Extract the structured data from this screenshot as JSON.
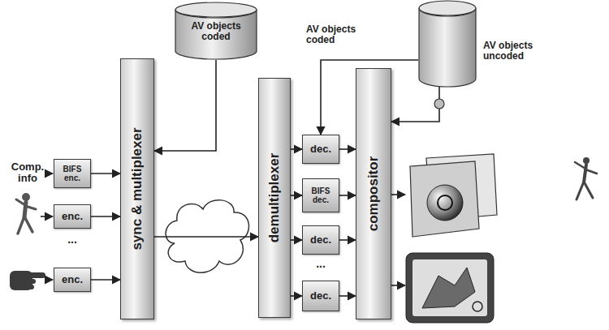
{
  "diagram": {
    "nodes": [
      {
        "text": [
          "AV objects coded"
        ]
      },
      {
        "text": [
          "BIFS enc."
        ]
      },
      {
        "text": [
          "enc."
        ]
      },
      {
        "text": [
          "enc."
        ]
      },
      {
        "text": [
          "sync & multiplexer"
        ]
      },
      {
        "text": [
          "demultiplexer"
        ]
      },
      {
        "text": [
          "AV objects coded",
          "AV objects uncoded"
        ]
      },
      {
        "text": [
          "dec."
        ]
      },
      {
        "text": [
          "BIFS dec."
        ]
      },
      {
        "text": [
          "dec."
        ]
      },
      {
        "text": [
          "dec."
        ]
      },
      {
        "text": [
          "compositor"
        ]
      }
    ],
    "edges": [
      {
        "from": 0,
        "to": 4,
        "arrow": "to"
      },
      {
        "from": 1,
        "to": 4,
        "arrow": "to"
      },
      {
        "from": 2,
        "to": 4,
        "arrow": "to"
      },
      {
        "from": 3,
        "to": 4,
        "arrow": "to"
      },
      {
        "from": 4,
        "to": 5,
        "arrow": "to"
      },
      {
        "from": 5,
        "to": 7,
        "arrow": "to"
      },
      {
        "from": 5,
        "to": 8,
        "arrow": "to"
      },
      {
        "from": 5,
        "to": 9,
        "arrow": "to"
      },
      {
        "from": 5,
        "to": 10,
        "arrow": "to"
      },
      {
        "from": 6,
        "to": 7,
        "arrow": "to"
      },
      {
        "from": 6,
        "to": 11,
        "arrow": "to"
      },
      {
        "from": 7,
        "to": 11,
        "arrow": "to"
      },
      {
        "from": 8,
        "to": 11,
        "arrow": "to"
      },
      {
        "from": 9,
        "to": 11,
        "arrow": "to"
      },
      {
        "from": 10,
        "to": 11,
        "arrow": "to"
      }
    ],
    "labels": [
      "Comp. info",
      "...",
      "..."
    ]
  }
}
